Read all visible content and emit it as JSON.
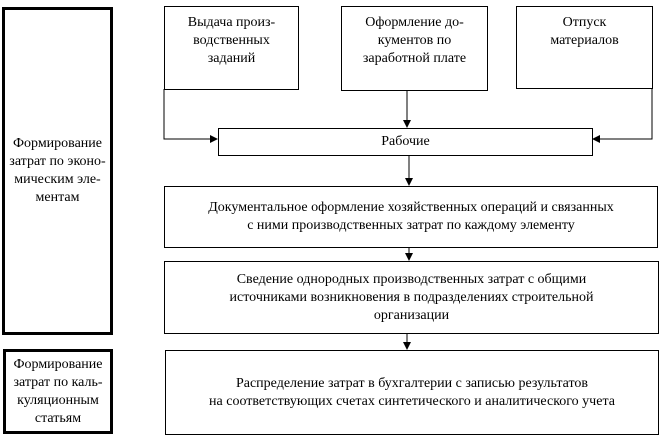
{
  "left_blocks": {
    "economic": "Формирование\nзатрат по эконо-\nмическим эле-\nментам",
    "calculation": "Формирование\nзатрат по каль-\nкуляционным\nстатьям"
  },
  "sources": [
    "Выдача произ-\nводственных\nзаданий",
    "Оформление до-\nкументов по\nзаработной плате",
    "Отпуск\nматериалов"
  ],
  "workers": "Рабочие",
  "steps": [
    "Документальное оформление хозяйственных операций  и связанных\nс ними  производственных затрат по каждому элементу",
    "Сведение однородных производственных затрат с общими\nисточниками возникновения в  подразделениях строительной\nорганизации",
    "Распределение затрат в бухгалтерии с записью результатов\nна соответствующих счетах  синтетического и аналитического учета"
  ]
}
